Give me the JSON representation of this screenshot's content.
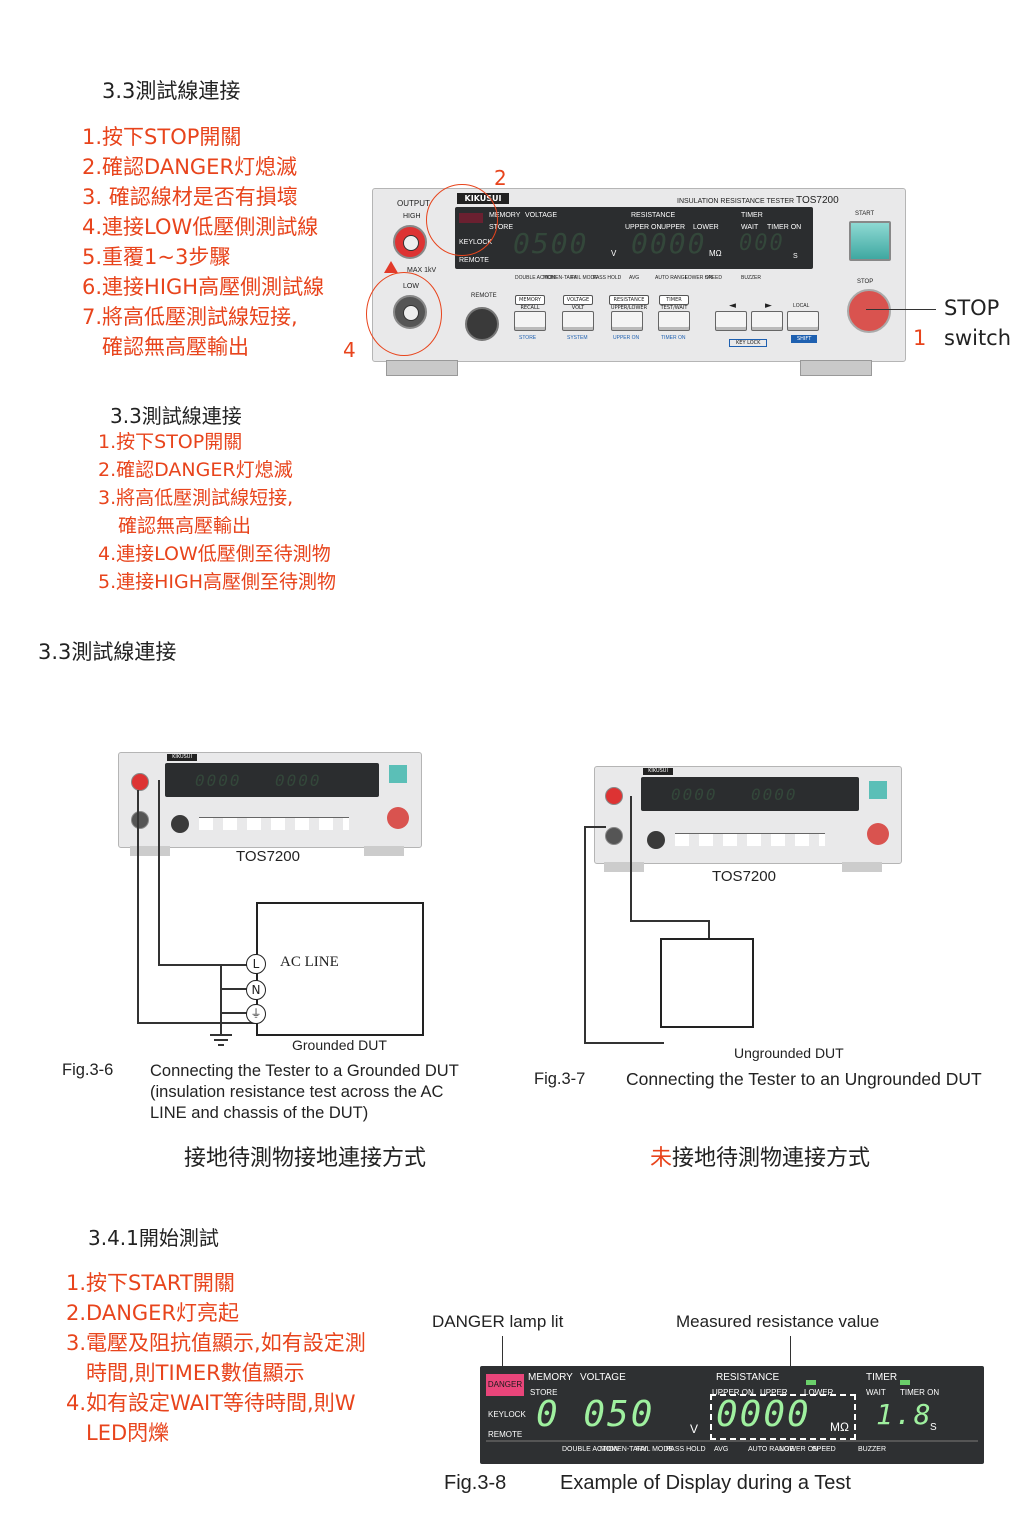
{
  "section1": {
    "heading": "3.3測試線連接",
    "steps": [
      "1.按下STOP開關",
      "2.確認DANGER灯熄滅",
      "3. 確認線材是否有損壞",
      "4.連接LOW低壓側測試線",
      "5.重覆1~3步驟",
      "6.連接HIGH高壓側測試線",
      "7.將高低壓測試線短接,",
      "確認無高壓輸出"
    ],
    "callout_2": "2",
    "callout_4": "4",
    "callout_1": "1",
    "stop_label": "STOP",
    "switch_label": "switch"
  },
  "tester": {
    "brand": "KIKUSUI",
    "model_title": "INSULATION RESISTANCE TESTER",
    "model": "TOS7200",
    "output": "OUTPUT",
    "high": "HIGH",
    "low": "LOW",
    "max": "MAX 1kV",
    "memory": "MEMORY",
    "voltage": "VOLTAGE",
    "resistance": "RESISTANCE",
    "timer": "TIMER",
    "store": "STORE",
    "keylock": "KEYLOCK",
    "remote": "REMOTE",
    "upper_on": "UPPER ON",
    "upper": "UPPER",
    "lower": "LOWER",
    "wait": "WAIT",
    "timer_on": "TIMER ON",
    "start": "START",
    "stop": "STOP",
    "local": "LOCAL",
    "shift": "SHIFT",
    "key_lock": "KEY LOCK",
    "voltage_digits": "0500",
    "resistance_digits": "0000",
    "timer_digits": "000",
    "unit_v": "V",
    "unit_mohm": "MΩ",
    "unit_s": "S",
    "bottom_labels": [
      "DOUBLE ACTION",
      "MOMEN-TARY",
      "FAIL MODE",
      "PASS HOLD",
      "AVG",
      "AUTO RANGE",
      "LOWER ON",
      "SPEED",
      "BUZZER"
    ],
    "keys_top": [
      "MEMORY RECALL",
      "VOLTAGE VOLT",
      "RESISTANCE UPPER/LOWER",
      "TIMER TEST/WAIT"
    ],
    "keys_bottom": [
      "STORE",
      "SYSTEM",
      "UPPER ON",
      "TIMER ON"
    ]
  },
  "section2": {
    "heading": "3.3測試線連接",
    "steps": [
      "1.按下STOP開關",
      "2.確認DANGER灯熄滅",
      "3.將高低壓測試線短接,",
      "確認無高壓輸出",
      "4.連接LOW低壓側至待測物",
      "5.連接HIGH高壓側至待測物"
    ]
  },
  "section3": {
    "heading": "3.3測試線連接",
    "left": {
      "model": "TOS7200",
      "ac_line": "AC LINE",
      "term_l": "L",
      "term_n": "N",
      "dut": "Grounded DUT",
      "fig_no": "Fig.3-6",
      "fig_text": [
        "Connecting the Tester to a Grounded DUT",
        "(insulation resistance test across the AC",
        "LINE and chassis of the DUT)"
      ],
      "zh": "接地待測物接地連接方式"
    },
    "right": {
      "model": "TOS7200",
      "dut": "Ungrounded DUT",
      "fig_no": "Fig.3-7",
      "fig_text": "Connecting the Tester to an Ungrounded DUT",
      "zh_red": "未",
      "zh": "接地待測物連接方式"
    }
  },
  "section4": {
    "heading": "3.4.1開始測試",
    "steps": [
      "1.按下START開關",
      "2.DANGER灯亮起",
      "3.電壓及阻抗值顯示,如有設定測",
      "時間,則TIMER數值顯示",
      "4.如有設定WAIT等待時間,則W",
      "LED閃爍"
    ],
    "danger_caption": "DANGER lamp lit",
    "measured_caption": "Measured resistance value",
    "danger": "DANGER",
    "display_voltage": "0 050",
    "display_resistance": "0000",
    "display_timer": "1.8",
    "fig_no": "Fig.3-8",
    "fig_text": "Example of Display during a Test",
    "speed": "SPEED",
    "buzzer": "BUZZER"
  }
}
